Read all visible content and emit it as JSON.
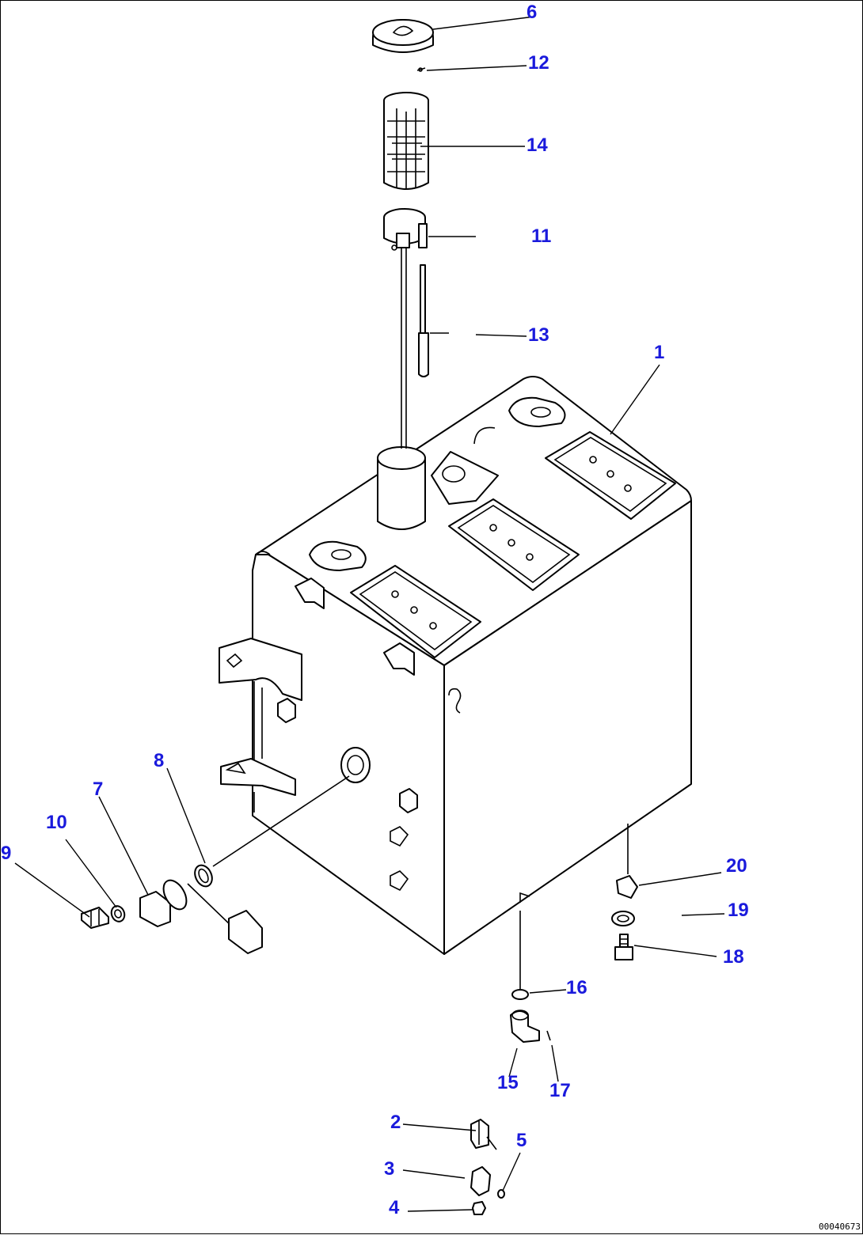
{
  "diagram": {
    "figure_code": "00040673",
    "callouts": [
      {
        "id": "c1",
        "label": "1"
      },
      {
        "id": "c2",
        "label": "2"
      },
      {
        "id": "c3",
        "label": "3"
      },
      {
        "id": "c4",
        "label": "4"
      },
      {
        "id": "c5",
        "label": "5"
      },
      {
        "id": "c6",
        "label": "6"
      },
      {
        "id": "c7",
        "label": "7"
      },
      {
        "id": "c8",
        "label": "8"
      },
      {
        "id": "c9",
        "label": "9"
      },
      {
        "id": "c10",
        "label": "10"
      },
      {
        "id": "c11",
        "label": "11"
      },
      {
        "id": "c12",
        "label": "12"
      },
      {
        "id": "c13",
        "label": "13"
      },
      {
        "id": "c14",
        "label": "14"
      },
      {
        "id": "c15",
        "label": "15"
      },
      {
        "id": "c16",
        "label": "16"
      },
      {
        "id": "c17",
        "label": "17"
      },
      {
        "id": "c18",
        "label": "18"
      },
      {
        "id": "c19",
        "label": "19"
      },
      {
        "id": "c20",
        "label": "20"
      }
    ]
  },
  "colors": {
    "callout_text": "#1a1adc",
    "linework": "#000000",
    "background": "#ffffff"
  }
}
